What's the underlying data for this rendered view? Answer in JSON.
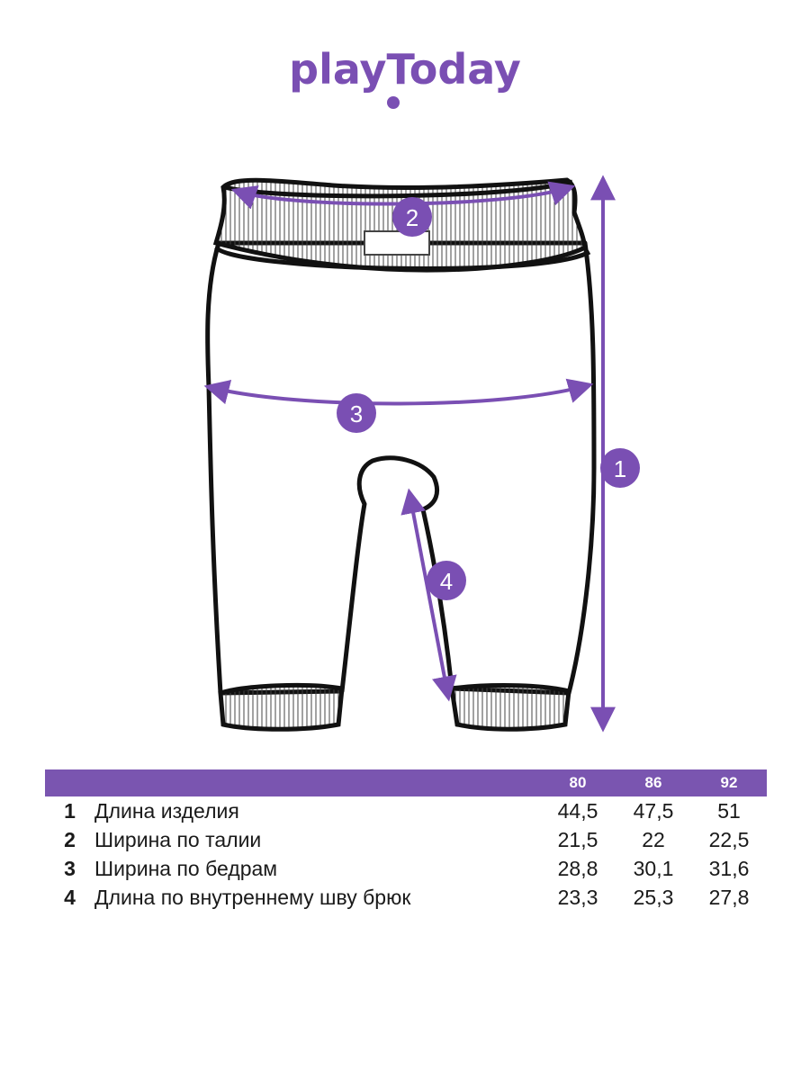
{
  "brand": {
    "logo_text": "playToday",
    "color": "#7a4fb3"
  },
  "diagram": {
    "markers": [
      {
        "id": "1",
        "label": "1"
      },
      {
        "id": "2",
        "label": "2"
      },
      {
        "id": "3",
        "label": "3"
      },
      {
        "id": "4",
        "label": "4"
      }
    ]
  },
  "table": {
    "header_color": "#7a55b0",
    "sizes": [
      "80",
      "86",
      "92"
    ],
    "rows": [
      {
        "num": "1",
        "name": "Длина изделия",
        "values": [
          "44,5",
          "47,5",
          "51"
        ]
      },
      {
        "num": "2",
        "name": "Ширина по талии",
        "values": [
          "21,5",
          "22",
          "22,5"
        ]
      },
      {
        "num": "3",
        "name": "Ширина по бедрам",
        "values": [
          "28,8",
          "30,1",
          "31,6"
        ]
      },
      {
        "num": "4",
        "name": "Длина по внутреннему шву брюк",
        "values": [
          "23,3",
          "25,3",
          "27,8"
        ]
      }
    ]
  }
}
